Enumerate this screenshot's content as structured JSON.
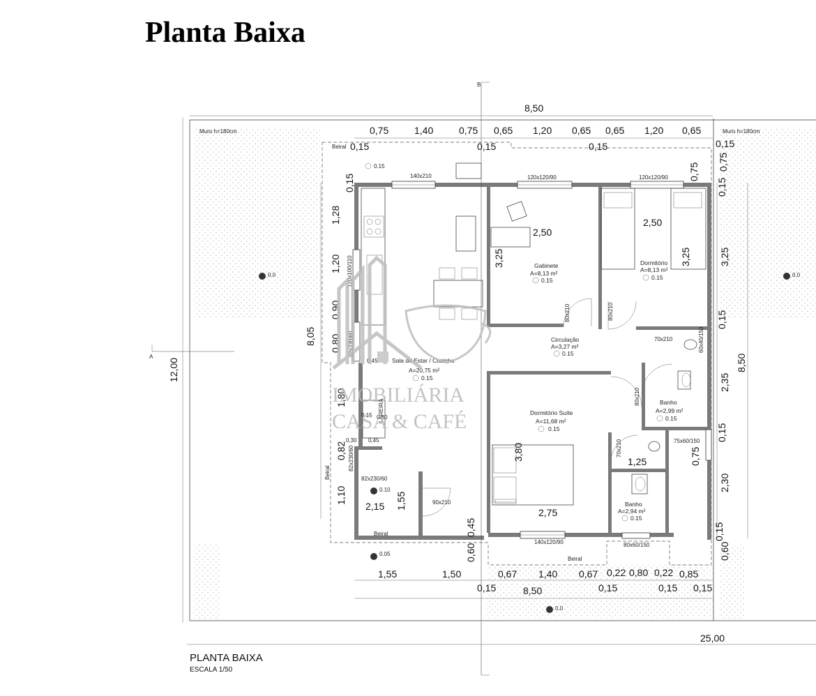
{
  "title": "Planta Baixa",
  "drawing": {
    "label": "PLANTA BAIXA",
    "scale": "ESCALA 1/50",
    "section_marker_a": "A",
    "section_marker_b": "B",
    "wall_note_left": "Muro h=180cm",
    "wall_note_right": "Muro h=180cm"
  },
  "overall_dims": {
    "top_width": "8,50",
    "bottom_width": "8,50",
    "lot_width": "25,00",
    "lot_depth": "12,00",
    "left_depth": "8,05",
    "right_depth": "8,50"
  },
  "top_dims": [
    "0,75",
    "1,40",
    "0,75",
    "0,65",
    "1,20",
    "0,65",
    "0,65",
    "1,20",
    "0,65"
  ],
  "top_offsets": [
    "0,15",
    "0,15",
    "0,15",
    "0,15"
  ],
  "bottom_dims": [
    "1,55",
    "1,50",
    "0,67",
    "1,40",
    "0,67",
    "0,22",
    "0,80",
    "0,22",
    "0,85"
  ],
  "bottom_offsets": [
    "0,15",
    "0,15",
    "0,15",
    "0,15"
  ],
  "left_dims": [
    "0,15",
    "1,28",
    "1,20",
    "0,90",
    "0,80",
    "1,80",
    "0,82",
    "1,10"
  ],
  "right_dims": [
    "0,75",
    "0,15",
    "3,25",
    "0,15",
    "2,35",
    "0,15",
    "2,30",
    "0,15",
    "0,60"
  ],
  "right_offsets": [
    "0,15",
    "0,75",
    "0,60"
  ],
  "rooms": [
    {
      "name": "Gabinete",
      "area": "A=8,13 m²",
      "level": "0.15"
    },
    {
      "name": "Dormitório",
      "area": "A=8,13 m²",
      "level": "0.15"
    },
    {
      "name": "Circulação",
      "area": "A=3,27 m²",
      "level": "0.15"
    },
    {
      "name": "Sala de Estar / Cozinha",
      "area": "A=20,75 m²",
      "level": "0.15"
    },
    {
      "name": "Dormitório Suíte",
      "area": "A=11,68 m²",
      "level": "0.15"
    },
    {
      "name": "Banho",
      "area": "A=2,99 m²",
      "level": "0.15"
    },
    {
      "name": "Banho",
      "area": "A=2,94 m²",
      "level": "0.15"
    }
  ],
  "inner_dims": {
    "gabinete_w": "2,50",
    "gabinete_h": "3,25",
    "dorm_w": "2,50",
    "dorm_h": "3,25",
    "suite_w": "2,75",
    "suite_h": "3,80",
    "banho2_w": "1,25",
    "varanda_w": "2,15",
    "varanda_h": "1,55",
    "sala_045": "0,45",
    "sala_060": "0,60",
    "sala_030": "0,30",
    "sala_045b": "0,45",
    "sala_045c": "0,45"
  },
  "openings": {
    "w_kitchen": "140x210",
    "w_gab": "120x120/90",
    "w_dorm": "120x120/90",
    "w_sala_side": "120x100/110",
    "w_sala_left": "82x230/60",
    "w_sala_left2": "82x230/60",
    "d_sala_bot": "82x230/60",
    "d_gab": "80x210",
    "d_dorm": "80x210",
    "d_banho1": "80x210",
    "w_banho1": "70x210",
    "d_banho2": "70x210",
    "w_banho2_side": "75x60/150",
    "w_banho2_bot": "80x60/150",
    "w_suite": "140x120/90",
    "d_front": "90x210",
    "w_banho_top": "60x40/150"
  },
  "levels": {
    "ext_left": "0.0",
    "ext_right": "0.0",
    "ext_bottom": "0.0",
    "varanda": "0.10",
    "front": "0.05",
    "kitchen": "0.15",
    "lareira_a": "0.15",
    "lareira_b": "0.80"
  },
  "labels": {
    "beiral_top": "Beiral",
    "beiral_left": "Beiral",
    "beiral_bottom": "Beiral",
    "beiral_bottom2": "Beiral",
    "lareira": "LAREIRA"
  },
  "watermark": {
    "line1": "IMOBILIÁRIA",
    "line2": "CASA & CAFÉ"
  }
}
